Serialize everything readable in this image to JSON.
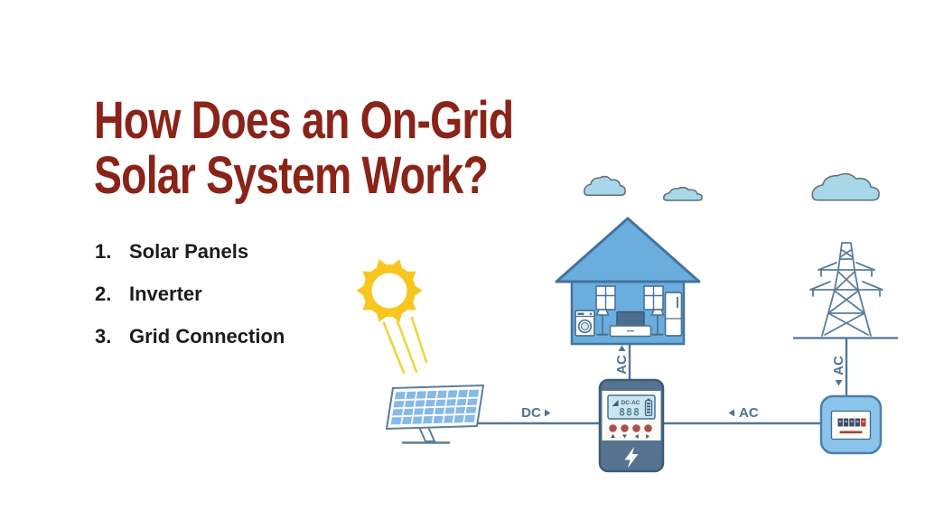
{
  "title": {
    "line1": "How Does an On-Grid",
    "line2": "Solar System Work?",
    "color": "#8a2318"
  },
  "steps": [
    {
      "number": "1.",
      "label": "Solar Panels"
    },
    {
      "number": "2.",
      "label": "Inverter"
    },
    {
      "number": "3.",
      "label": "Grid Connection"
    }
  ],
  "diagram": {
    "flow_labels": {
      "panel_to_inverter": {
        "text": "DC",
        "arrow_direction": "right"
      },
      "inverter_to_meter": {
        "text": "AC",
        "arrow_direction": "left"
      },
      "inverter_to_house": {
        "text": "AC",
        "arrow_direction": "up"
      },
      "tower_to_meter": {
        "text": "AC",
        "arrow_direction": "down"
      }
    },
    "inverter_display": {
      "mode": "DC-AC",
      "value": "888"
    },
    "components": [
      "sun",
      "solar-panel",
      "inverter",
      "house",
      "clouds",
      "grid-tower",
      "electricity-meter"
    ],
    "colors": {
      "line": "#51769b",
      "label": "#4f7392",
      "house_fill": "#6aaede",
      "house_stroke": "#44729e",
      "sun": "#f7c71f",
      "ray": "#eed53f",
      "panel_cell": "#85b9e6",
      "cloud_fill": "#a7d7e8",
      "inverter_body": "#56748f",
      "inverter_lcd": "#c9e6f2",
      "button_red": "#a8514f",
      "meter_body": "#8cc3ea",
      "meter_digit_red": "#b23c33"
    }
  }
}
